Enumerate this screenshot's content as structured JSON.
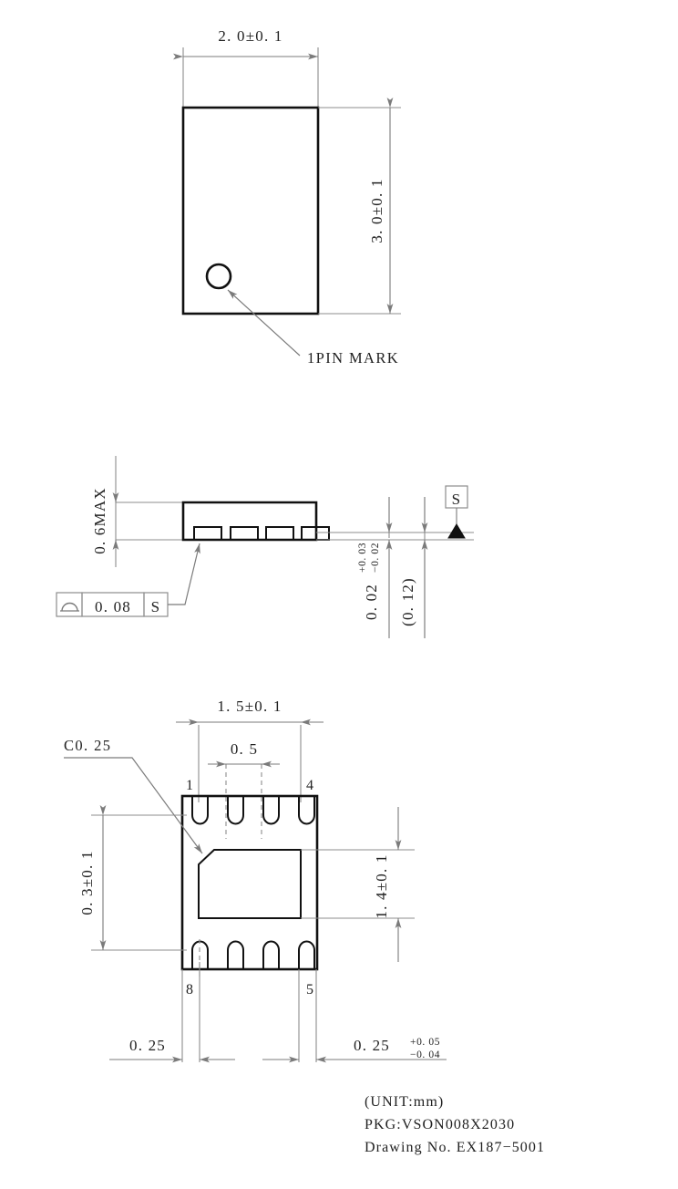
{
  "document": {
    "type": "package-outline-drawing",
    "unit_note": "(UNIT:mm)",
    "package_name": "PKG:VSON008X2030",
    "drawing_number": "Drawing No. EX187−5001"
  },
  "views": {
    "top": {
      "name": "top-view",
      "width_dimension": "2. 0±0. 1",
      "height_dimension": "3. 0±0. 1",
      "pin_mark_label": "1PIN MARK"
    },
    "side": {
      "name": "side-view",
      "height_dimension": "0. 6MAX",
      "standoff_dimension": "0. 02",
      "standoff_tol_upper": "+0. 03",
      "standoff_tol_lower": "−0. 02",
      "reference_dimension": "(0. 12)",
      "fcf_symbol": "profile-of-surface",
      "fcf_tolerance": "0. 08",
      "fcf_datum": "S",
      "datum_label": "S"
    },
    "bottom": {
      "name": "bottom-view",
      "pad_width_dimension": "1. 5±0. 1",
      "pad_pitch_dimension": "0. 5",
      "chamfer_note": "C0. 25",
      "left_dimension": "0. 3±0. 1",
      "pad_height_dimension": "1. 4±0. 1",
      "bottom_left_dimension": "0. 25",
      "bottom_right_dimension": "0. 25",
      "bottom_right_tol_upper": "+0. 05",
      "bottom_right_tol_lower": "−0. 04",
      "pin_numbers": {
        "top_left": "1",
        "top_right": "4",
        "bottom_left": "8",
        "bottom_right": "5"
      }
    }
  },
  "colors": {
    "outline": "#111111",
    "dimension": "#7b7b7b",
    "text": "#222222",
    "background": "#ffffff"
  }
}
